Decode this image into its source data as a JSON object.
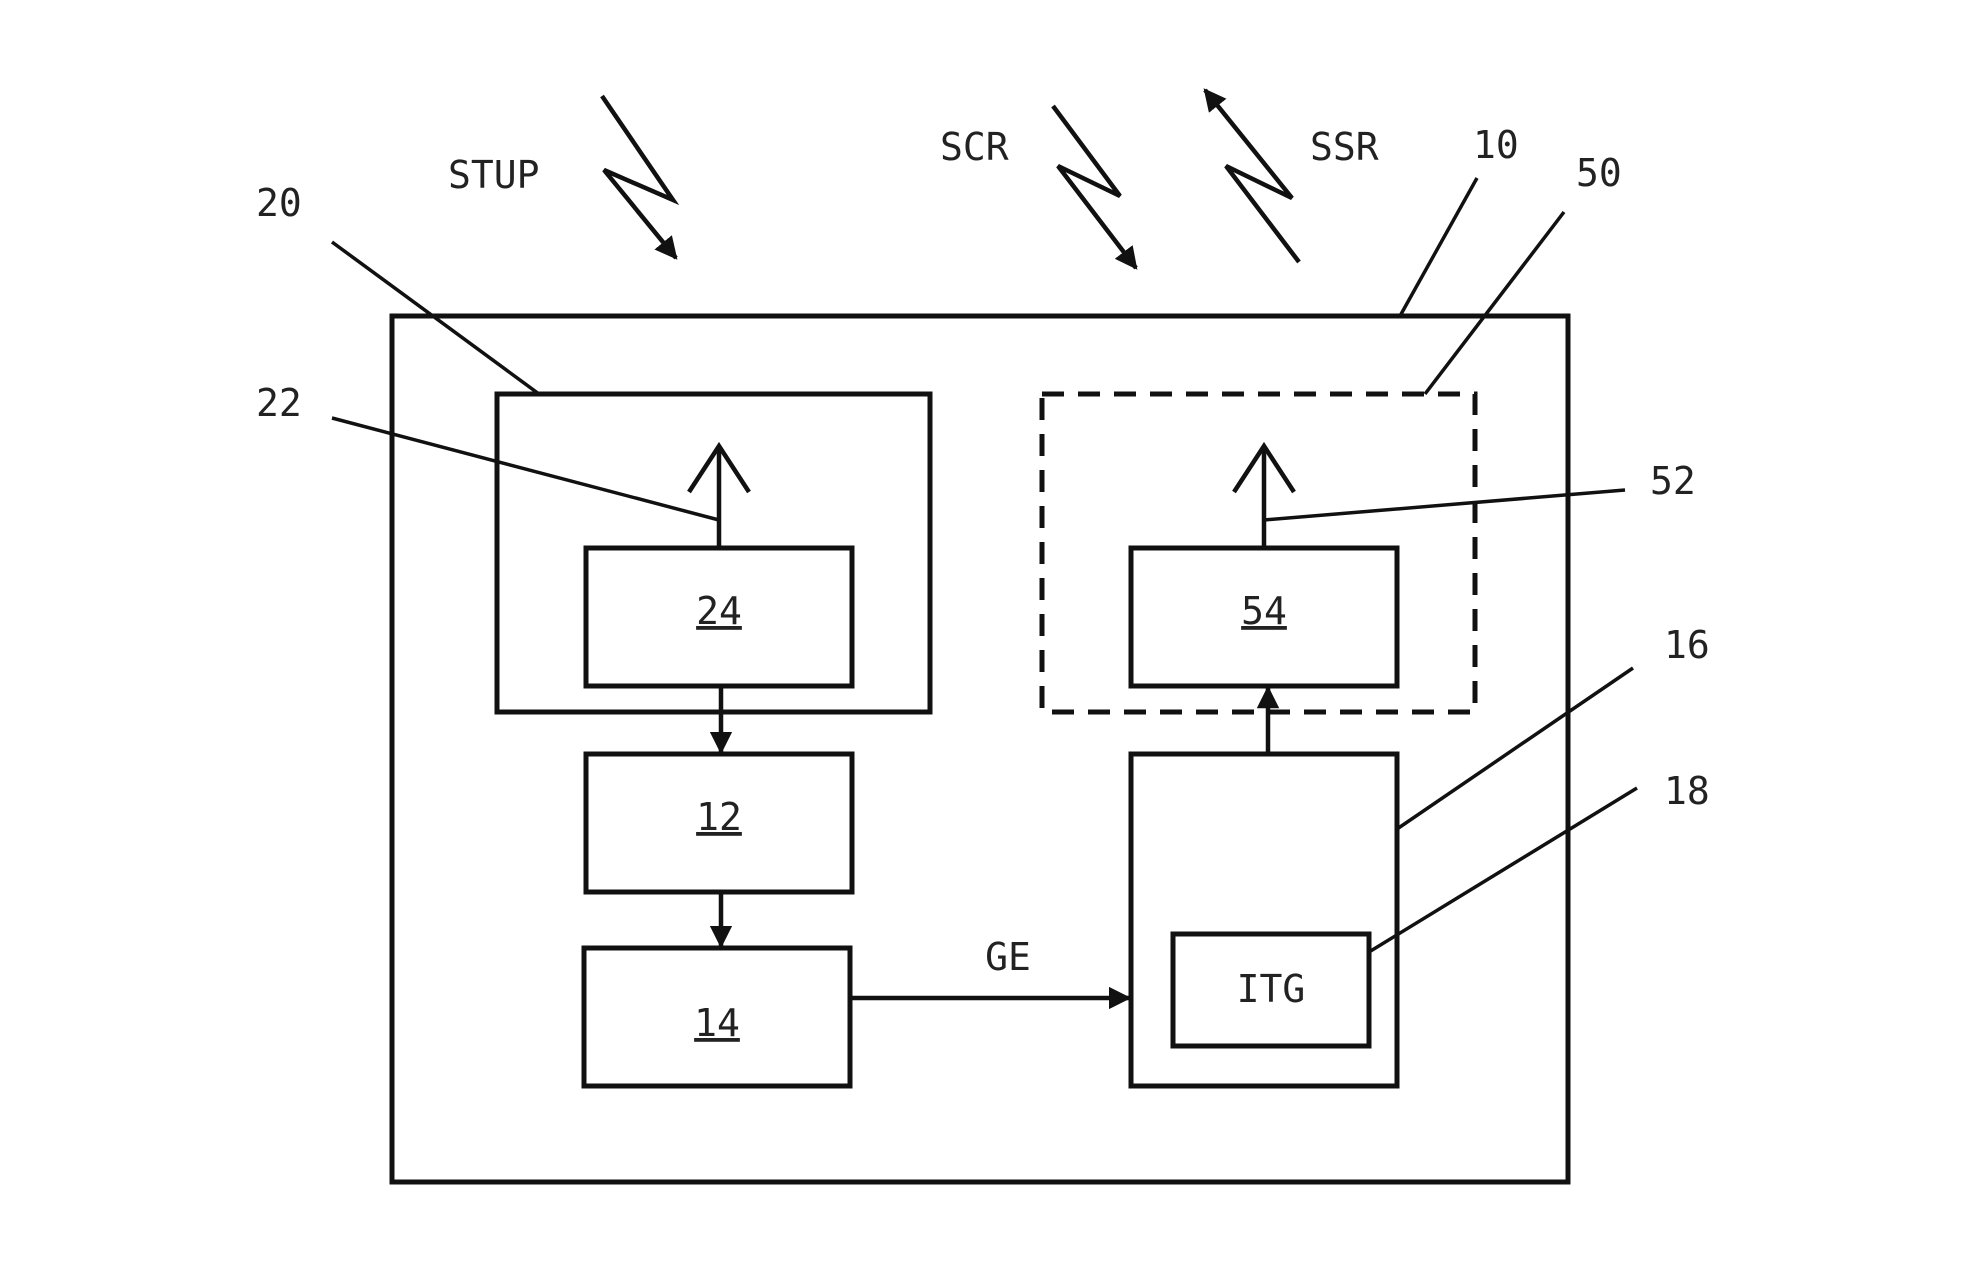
{
  "signals": {
    "stup": "STUP",
    "scr": "SCR",
    "ssr": "SSR",
    "ge": "GE"
  },
  "refs": {
    "r10": "10",
    "r50": "50",
    "r20": "20",
    "r22": "22",
    "r52": "52",
    "r16": "16",
    "r18": "18"
  },
  "blocks": {
    "b24": "24",
    "b54": "54",
    "b12": "12",
    "b14": "14",
    "itg": "ITG"
  }
}
